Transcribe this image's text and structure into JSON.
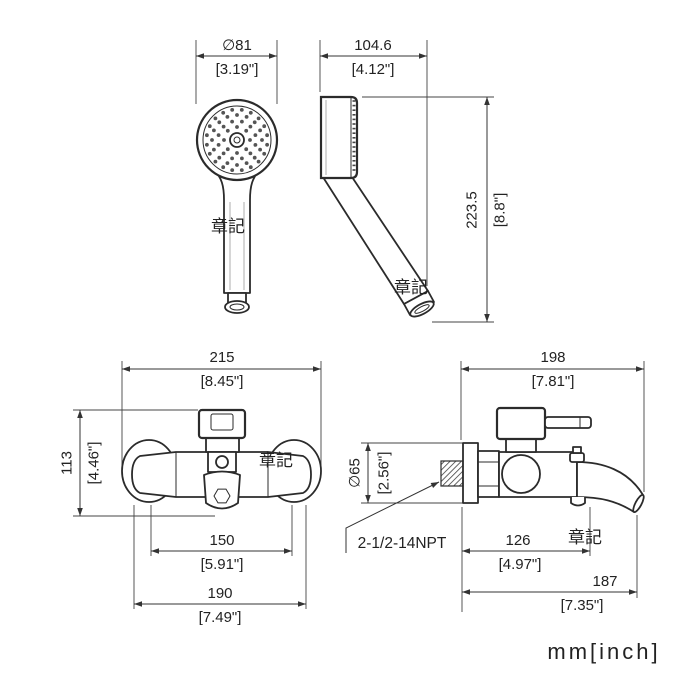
{
  "handshower_front": {
    "diameter": {
      "mm": "∅81",
      "inch": "[3.19\"]"
    }
  },
  "handshower_side": {
    "width": {
      "mm": "104.6",
      "inch": "[4.12\"]"
    },
    "height": {
      "mm": "223.5",
      "inch": "[8.8\"]"
    }
  },
  "mixer_front": {
    "overall_width": {
      "mm": "215",
      "inch": "[8.45\"]"
    },
    "height": {
      "mm": "113",
      "inch": "[4.46\"]"
    },
    "inner_span": {
      "mm": "150",
      "inch": "[5.91\"]"
    },
    "outer_span": {
      "mm": "190",
      "inch": "[7.49\"]"
    }
  },
  "mixer_side": {
    "depth": {
      "mm": "198",
      "inch": "[7.81\"]"
    },
    "flange": {
      "mm": "∅65",
      "inch": "[2.56\"]"
    },
    "thread_spec": "2-1/2-14NPT",
    "reach_short": {
      "mm": "126",
      "inch": "[4.97\"]"
    },
    "reach_long": {
      "mm": "187",
      "inch": "[7.35\"]"
    }
  },
  "units_legend": "mm[inch]",
  "watermark": "章記"
}
